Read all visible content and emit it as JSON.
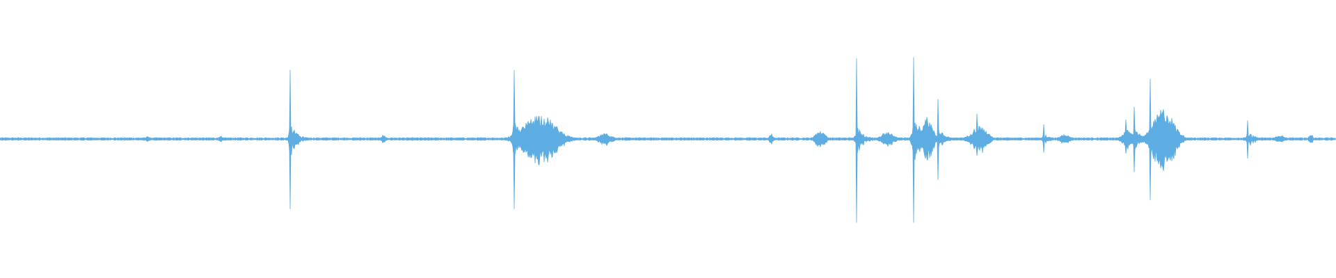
{
  "waveform": {
    "color": "#5dade2",
    "background": "#ffffff",
    "baseline_noise": 0.012,
    "events": [
      {
        "pos": 0.111,
        "peak_up": 0.0,
        "peak_down": 0.0,
        "kind": "blip",
        "amp": 0.03
      },
      {
        "pos": 0.165,
        "peak_up": 0.0,
        "peak_down": 0.0,
        "kind": "blip",
        "amp": 0.025
      },
      {
        "pos": 0.217,
        "peak_up": 0.71,
        "peak_down": 0.72,
        "kind": "spike",
        "amp": 0.15
      },
      {
        "pos": 0.287,
        "peak_up": 0.0,
        "peak_down": 0.0,
        "kind": "blip",
        "amp": 0.04
      },
      {
        "pos": 0.385,
        "peak_up": 0.71,
        "peak_down": 0.72,
        "kind": "spike",
        "amp": 0.2
      },
      {
        "pos": 0.404,
        "peak_up": 0.23,
        "peak_down": 0.25,
        "kind": "burst",
        "amp": 0.23,
        "width": 0.012
      },
      {
        "pos": 0.453,
        "peak_up": 0.0,
        "peak_down": 0.0,
        "kind": "burst",
        "amp": 0.05,
        "width": 0.005
      },
      {
        "pos": 0.577,
        "peak_up": 0.0,
        "peak_down": 0.0,
        "kind": "blip",
        "amp": 0.05
      },
      {
        "pos": 0.614,
        "peak_up": 0.0,
        "peak_down": 0.0,
        "kind": "burst",
        "amp": 0.07,
        "width": 0.004
      },
      {
        "pos": 0.641,
        "peak_up": 0.83,
        "peak_down": 0.86,
        "kind": "spike",
        "amp": 0.12
      },
      {
        "pos": 0.664,
        "peak_up": 0.0,
        "peak_down": 0.0,
        "kind": "burst",
        "amp": 0.06,
        "width": 0.005
      },
      {
        "pos": 0.684,
        "peak_up": 0.84,
        "peak_down": 0.86,
        "kind": "spike",
        "amp": 0.25
      },
      {
        "pos": 0.694,
        "peak_up": 0.2,
        "peak_down": 0.2,
        "kind": "burst",
        "amp": 0.2,
        "width": 0.004
      },
      {
        "pos": 0.702,
        "peak_up": 0.41,
        "peak_down": 0.42,
        "kind": "spike",
        "amp": 0.1
      },
      {
        "pos": 0.733,
        "peak_up": 0.26,
        "peak_down": 0.17,
        "kind": "burst",
        "amp": 0.12,
        "width": 0.006
      },
      {
        "pos": 0.781,
        "peak_up": 0.15,
        "peak_down": 0.14,
        "kind": "spike",
        "amp": 0.05
      },
      {
        "pos": 0.797,
        "peak_up": 0.0,
        "peak_down": 0.0,
        "kind": "burst",
        "amp": 0.04,
        "width": 0.004
      },
      {
        "pos": 0.844,
        "peak_up": 0.2,
        "peak_down": 0.15,
        "kind": "burst",
        "amp": 0.08,
        "width": 0.004
      },
      {
        "pos": 0.849,
        "peak_up": 0.33,
        "peak_down": 0.34,
        "kind": "spike",
        "amp": 0.1
      },
      {
        "pos": 0.861,
        "peak_up": 0.62,
        "peak_down": 0.63,
        "kind": "spike",
        "amp": 0.25
      },
      {
        "pos": 0.871,
        "peak_up": 0.3,
        "peak_down": 0.3,
        "kind": "burst",
        "amp": 0.28,
        "width": 0.008
      },
      {
        "pos": 0.934,
        "peak_up": 0.19,
        "peak_down": 0.2,
        "kind": "spike",
        "amp": 0.07
      },
      {
        "pos": 0.958,
        "peak_up": 0.0,
        "peak_down": 0.0,
        "kind": "burst",
        "amp": 0.04,
        "width": 0.003
      },
      {
        "pos": 0.981,
        "peak_up": 0.0,
        "peak_down": 0.0,
        "kind": "blip",
        "amp": 0.06
      }
    ]
  }
}
